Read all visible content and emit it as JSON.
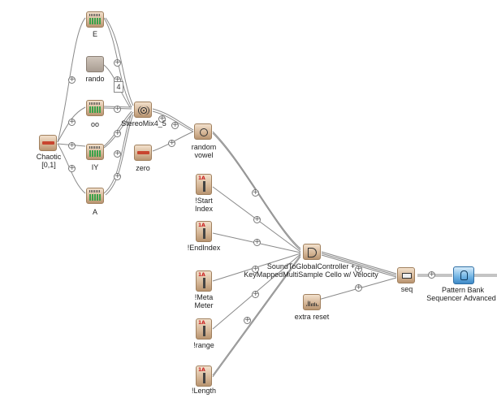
{
  "nodes": {
    "chaotic": {
      "label1": "Chaotic",
      "label2": "[0,1]"
    },
    "e": {
      "label": "E"
    },
    "rando": {
      "label": "rando"
    },
    "oo": {
      "label": "oo"
    },
    "iy": {
      "label": "IY"
    },
    "a": {
      "label": "A"
    },
    "stereomix": {
      "label": "StereoMix4_5"
    },
    "zero": {
      "label": "zero"
    },
    "random_vowel": {
      "label1": "random",
      "label2": "vowel"
    },
    "start_index": {
      "label1": "!Start",
      "label2": "Index"
    },
    "end_index": {
      "label": "!EndIndex"
    },
    "meta_meter": {
      "label1": "!Meta",
      "label2": "Meter"
    },
    "range": {
      "label": "!range"
    },
    "length": {
      "label": "!Length"
    },
    "sound_to_global": {
      "label1": "SoundToGlobalController +",
      "label2": "KeyMappedMultiSample Cello w/ Velocity"
    },
    "extra_reset": {
      "label": "extra reset"
    },
    "seq": {
      "label": "seq"
    },
    "pattern_bank": {
      "label1": "Pattern Bank",
      "label2": "Sequencer Advanced"
    }
  },
  "rando_value": "4",
  "colors": {
    "wire": "#8a8a8a",
    "node_fill": "#d4b595",
    "pattern_fill": "#6fb3e3"
  }
}
